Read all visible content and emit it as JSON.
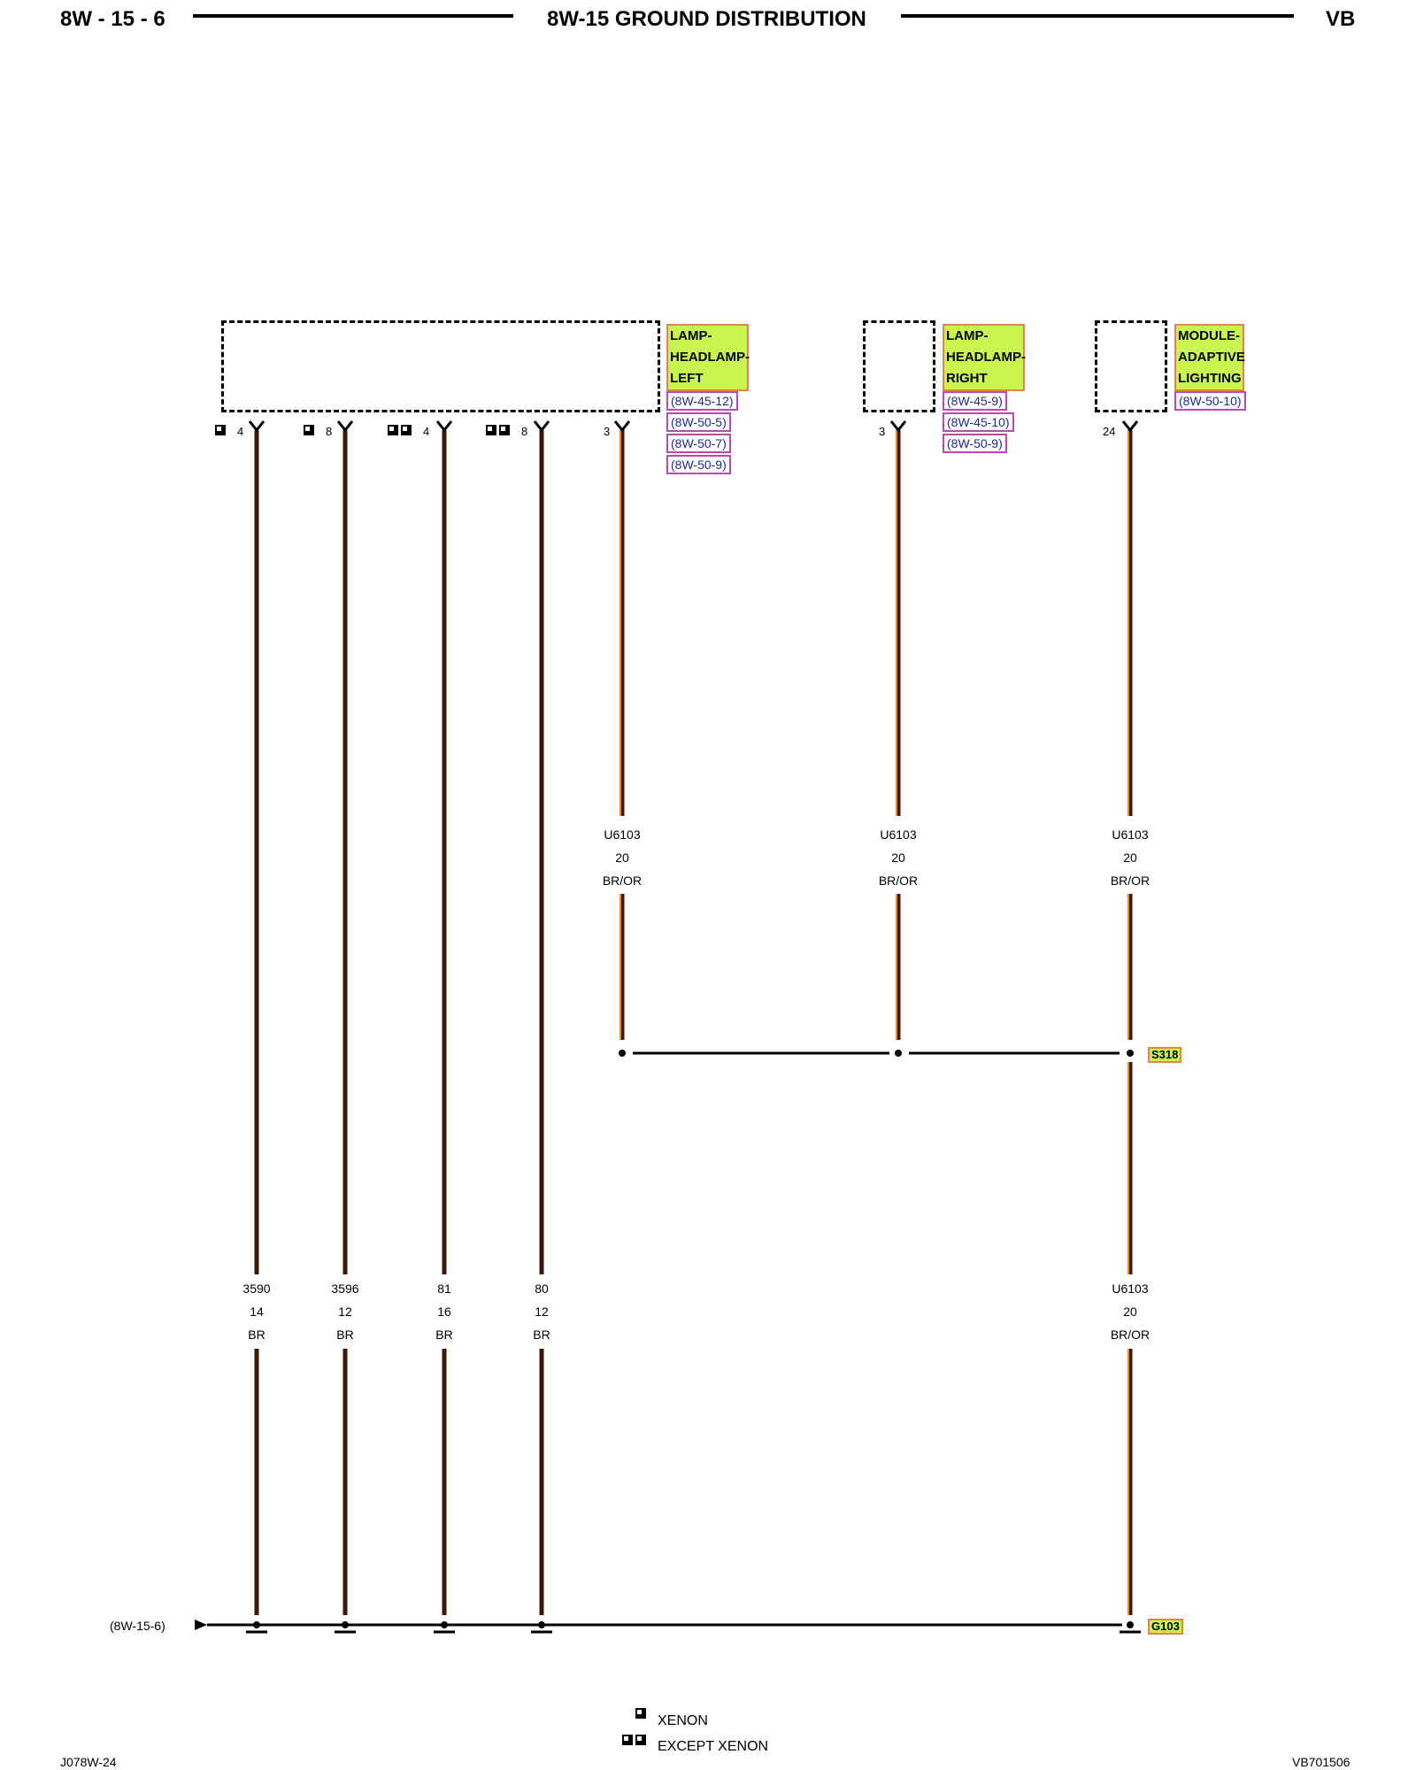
{
  "header": {
    "page_number": "8W - 15 - 6",
    "title": "8W-15 GROUND DISTRIBUTION",
    "code": "VB"
  },
  "components": [
    {
      "lines": [
        "LAMP-",
        "HEADLAMP-",
        "LEFT"
      ],
      "refs": [
        "(8W-45-12)",
        "(8W-50-5)",
        "(8W-50-7)",
        "(8W-50-9)"
      ],
      "label_color": "#c8f54f"
    },
    {
      "lines": [
        "LAMP-",
        "HEADLAMP-",
        "RIGHT"
      ],
      "refs": [
        "(8W-45-9)",
        "(8W-45-10)",
        "(8W-50-9)"
      ],
      "label_color": "#c8f54f"
    },
    {
      "lines": [
        "MODULE-",
        "ADAPTIVE",
        "LIGHTING"
      ],
      "refs": [
        "(8W-50-10)"
      ],
      "label_color": "#c8f54f"
    }
  ],
  "pins": [
    {
      "id": "p1",
      "pin": "4",
      "markers": 1
    },
    {
      "id": "p2",
      "pin": "8",
      "markers": 1
    },
    {
      "id": "p3",
      "pin": "4",
      "markers": 2
    },
    {
      "id": "p4",
      "pin": "8",
      "markers": 2
    },
    {
      "id": "p5",
      "pin": "3",
      "markers": 0
    },
    {
      "id": "p6",
      "pin": "3",
      "markers": 0
    },
    {
      "id": "p7",
      "pin": "24",
      "markers": 0
    }
  ],
  "wires_upper": [
    {
      "circuit": "U6103",
      "gauge": "20",
      "color": "BR/OR"
    },
    {
      "circuit": "U6103",
      "gauge": "20",
      "color": "BR/OR"
    },
    {
      "circuit": "U6103",
      "gauge": "20",
      "color": "BR/OR"
    }
  ],
  "wires_lower": [
    {
      "circuit": "3590",
      "gauge": "14",
      "color": "BR"
    },
    {
      "circuit": "3596",
      "gauge": "12",
      "color": "BR"
    },
    {
      "circuit": "81",
      "gauge": "16",
      "color": "BR"
    },
    {
      "circuit": "80",
      "gauge": "12",
      "color": "BR"
    },
    {
      "circuit": "U6103",
      "gauge": "20",
      "color": "BR/OR"
    }
  ],
  "splice": {
    "label": "S318"
  },
  "ground": {
    "label": "G103",
    "ref": "(8W-15-6)"
  },
  "legend": [
    {
      "markers": 1,
      "label": "XENON"
    },
    {
      "markers": 2,
      "label": "EXCEPT XENON"
    }
  ],
  "footer": {
    "left": "J078W-24",
    "right": "VB701506"
  },
  "colors": {
    "brown_wire": "#3a1a0a",
    "orange_tracer": "#e8842a",
    "label_fill": "#c8f54f",
    "label_border": "#e8843a",
    "ref_border": "#b94bb9"
  }
}
